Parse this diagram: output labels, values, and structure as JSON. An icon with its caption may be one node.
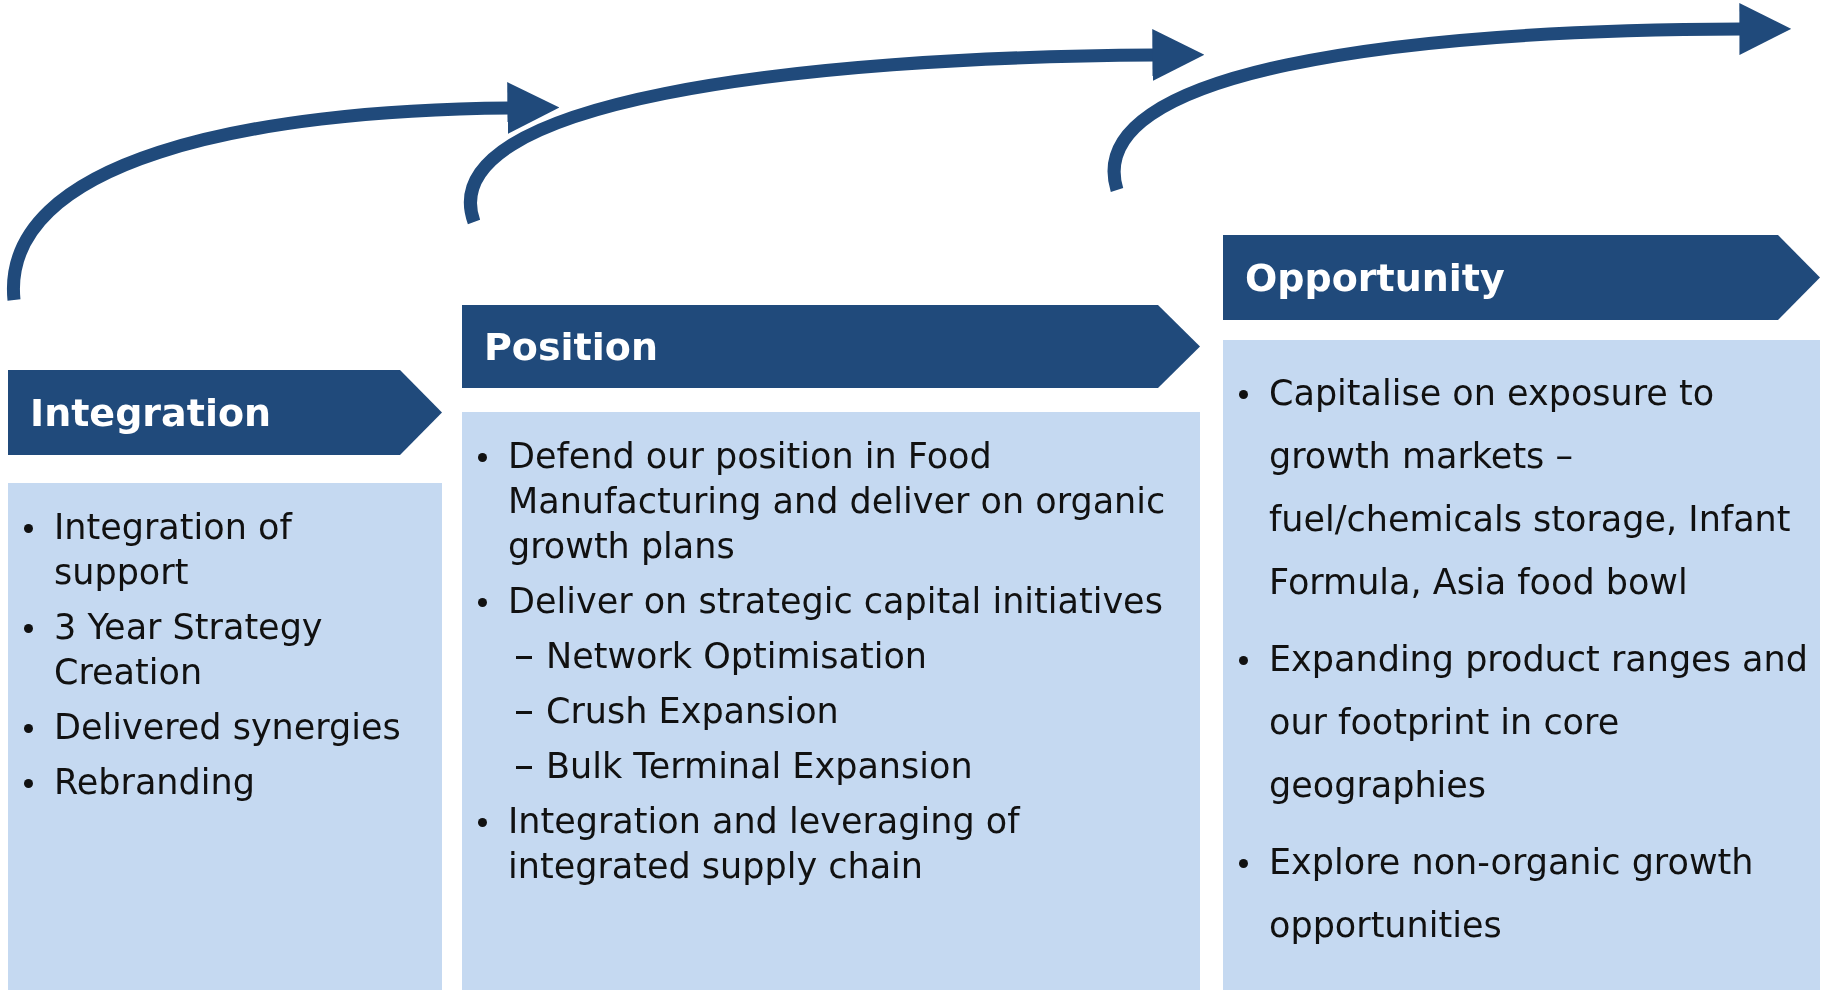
{
  "diagram": {
    "nodes": [
      {
        "text": [
          "Integration"
        ]
      },
      {
        "text": [
          "Integration of support",
          "3 Year Strategy Creation",
          "Delivered synergies",
          "Rebranding"
        ]
      },
      {
        "text": [
          "Position"
        ]
      },
      {
        "text": [
          "Defend our position in Food Manufacturing and deliver on organic growth plans",
          "Deliver on strategic capital initiatives",
          "Network Optimisation",
          "Crush Expansion",
          "Bulk Terminal Expansion",
          "Integration and leveraging of integrated supply chain"
        ]
      },
      {
        "text": [
          "Opportunity"
        ]
      },
      {
        "text": [
          "Capitalise on exposure to growth markets – fuel/chemicals storage, Infant Formula, Asia food bowl",
          "Expanding product ranges and our footprint in core geographies",
          "Explore non-organic growth opportunities"
        ]
      }
    ]
  }
}
